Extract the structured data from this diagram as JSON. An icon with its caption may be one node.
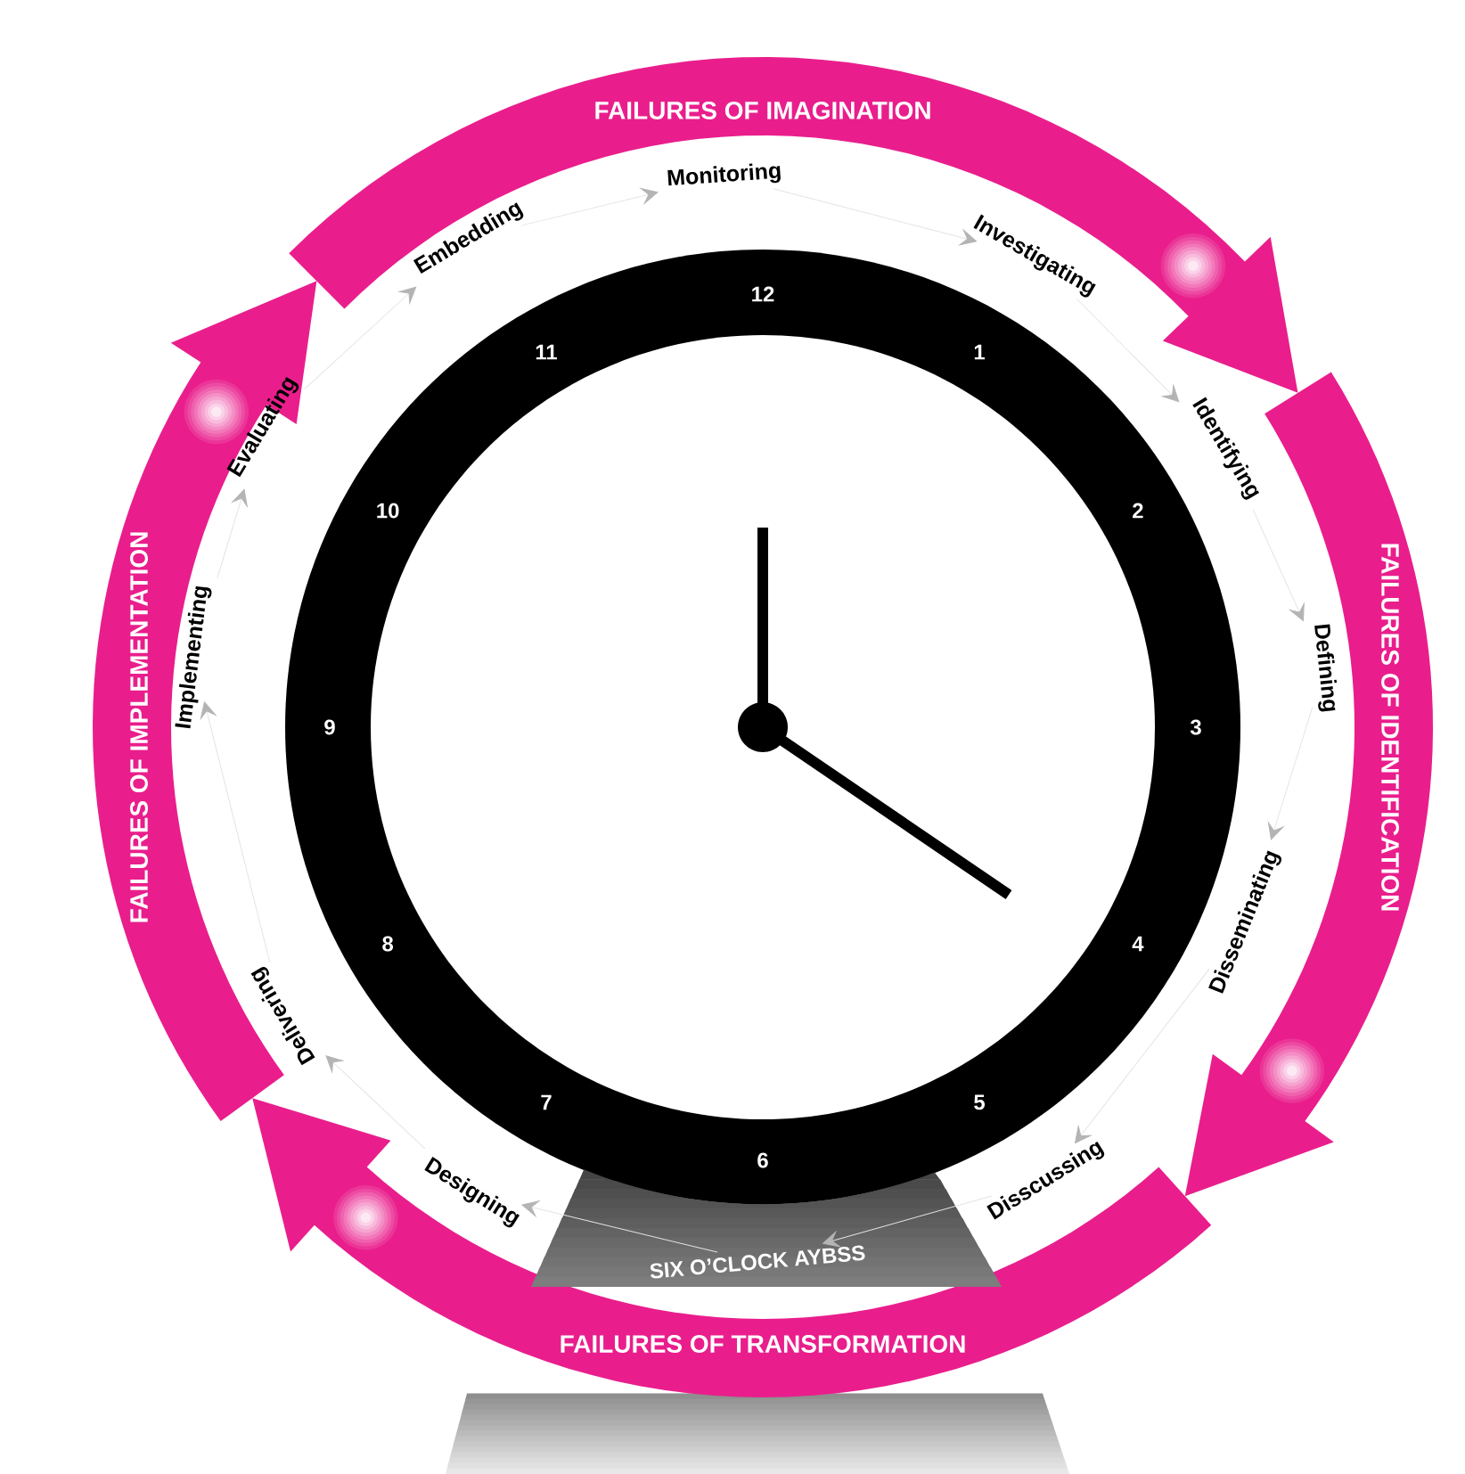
{
  "diagram": {
    "nodes": [
      {
        "text": [
          "Monitoring"
        ]
      },
      {
        "text": [
          "Investigating"
        ]
      },
      {
        "text": [
          "Identifying"
        ]
      },
      {
        "text": [
          "Defining"
        ]
      },
      {
        "text": [
          "Disseminating"
        ]
      },
      {
        "text": [
          "Disscussing"
        ]
      },
      {
        "text": [
          "SIX O’CLOCK AYBSS"
        ]
      },
      {
        "text": [
          "Designing"
        ]
      },
      {
        "text": [
          "Delivering"
        ]
      },
      {
        "text": [
          "Implementing"
        ]
      },
      {
        "text": [
          "Evaluating"
        ]
      },
      {
        "text": [
          "Embedding"
        ]
      }
    ],
    "edges": [
      {
        "from": 11,
        "to": 0,
        "arrow": "to"
      },
      {
        "from": 0,
        "to": 1,
        "arrow": "to"
      },
      {
        "from": 1,
        "to": 2,
        "arrow": "to"
      },
      {
        "from": 2,
        "to": 3,
        "arrow": "to"
      },
      {
        "from": 3,
        "to": 4,
        "arrow": "to"
      },
      {
        "from": 4,
        "to": 5,
        "arrow": "to"
      },
      {
        "from": 5,
        "to": 6,
        "arrow": "to"
      },
      {
        "from": 6,
        "to": 7,
        "arrow": "to"
      },
      {
        "from": 7,
        "to": 8,
        "arrow": "to"
      },
      {
        "from": 8,
        "to": 9,
        "arrow": "to"
      },
      {
        "from": 9,
        "to": 10,
        "arrow": "to"
      },
      {
        "from": 10,
        "to": 11,
        "arrow": "to"
      }
    ],
    "labels": [
      "FAILURES OF IMAGINATION",
      "FAILURES OF IDENTIFICATION",
      "FAILURES OF TRANSFORMATION",
      "FAILURES OF IMPLEMENTATION",
      "12",
      "1",
      "2",
      "3",
      "4",
      "5",
      "6",
      "7",
      "8",
      "9",
      "10",
      "11"
    ]
  }
}
